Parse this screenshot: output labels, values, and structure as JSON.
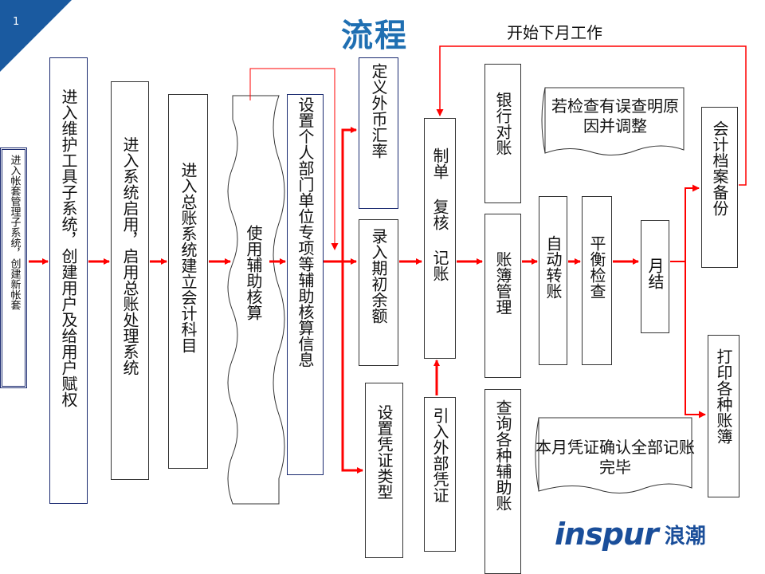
{
  "page": {
    "number": "1",
    "title": "流程",
    "next_month_note": "开始下月工作"
  },
  "steps": {
    "enter_account_mgmt": "进入帐套管理子系统，创建新帐套",
    "maintain_tools": "进入维护工具子系统，创建用户及给用户赋权",
    "system_enable": "进入系统启用，启用总账处理系统",
    "chart_of_accounts": "进入总账系统建立会计科目",
    "auxiliary_accounting": "使用辅助核算",
    "auxiliary_info": "设置个人部门单位专项等辅助核算信息",
    "exchange_rate": "定义外币汇率",
    "opening_balance": "录入期初余额",
    "voucher_type": "设置凭证类型",
    "voucher_entry": "制单 复核 记账",
    "import_vouchers": "引入外部凭证",
    "bank_reconciliation": "银行对账",
    "ledger_management": "账簿管理",
    "query_auxiliary": "查询各种辅助账",
    "auto_transfer": "自动转账",
    "balance_check": "平衡检查",
    "month_end": "月结",
    "archive_backup": "会计档案备份",
    "print_ledgers": "打印各种账簿"
  },
  "notes": {
    "error_check": "若检查有误查明原因并调整",
    "vouchers_posted": "本月凭证确认全部记账完毕"
  },
  "logo": {
    "brand": "inspur",
    "brand_cn": "浪潮"
  },
  "colors": {
    "arrow": "#ff0000",
    "title": "#1f6fb2",
    "corner": "#1a5aa0",
    "logo": "#1a4e9a"
  }
}
